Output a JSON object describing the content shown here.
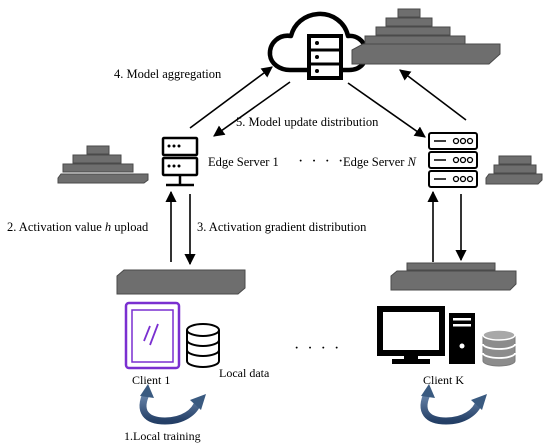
{
  "labels": {
    "model_aggregation": "4. Model aggregation",
    "model_update_distribution": "5. Model update distribution",
    "edge_server_1": "Edge Server 1",
    "server_dots": "· · · ·",
    "edge_server_n_prefix": "Edge Server ",
    "edge_server_n_var": "N",
    "activation_upload_prefix": "2. Activation value ",
    "activation_upload_var": "h",
    "activation_upload_suffix": " upload",
    "activation_gradient": "3. Activation gradient distribution",
    "client_1": "Client 1",
    "local_data": "Local data",
    "client_dots": "· · · ·",
    "client_k": "Client K",
    "local_training": "1.Local training"
  },
  "icons": {
    "cloud": "cloud-icon",
    "cloud_server": "server-rack-icon",
    "edge_server_1": "server-icon",
    "edge_server_n": "server-rack-icon",
    "tablet": "tablet-icon",
    "database": "database-icon",
    "desktop": "desktop-computer-icon",
    "cycle": "cycle-arrow-icon"
  },
  "colors": {
    "model_block": "#6e6e6e",
    "model_block_dark": "#4a4a4a",
    "tablet_frame": "#7a2fd0",
    "database_gray": "#8c8c8c",
    "cycle_arrow": "#3a5a80"
  }
}
